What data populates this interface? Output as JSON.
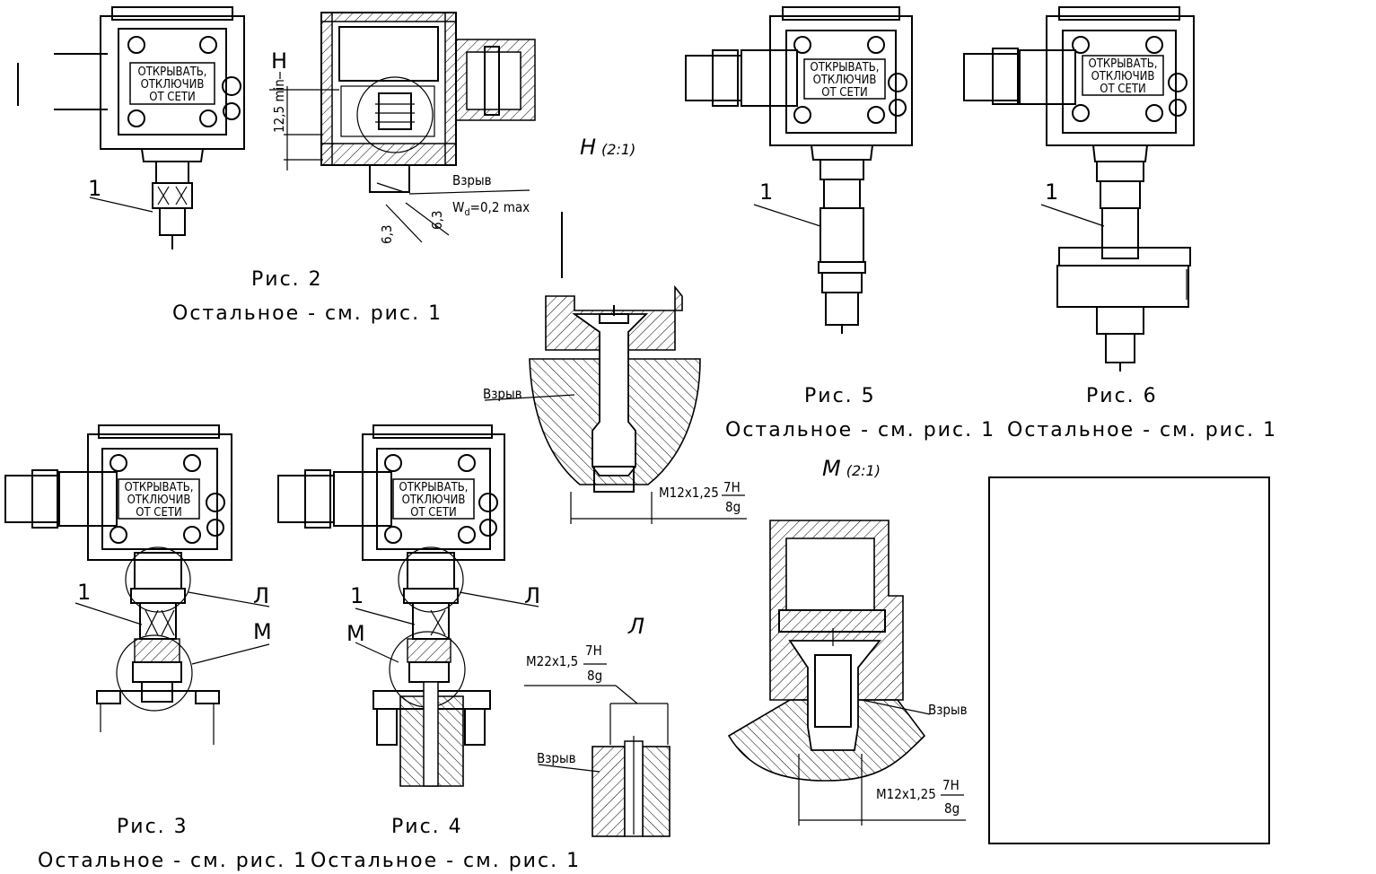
{
  "plate": {
    "line1": "ОТКРЫВАТЬ,",
    "line2": "ОТКЛЮЧИВ",
    "line3": "ОТ СЕТИ"
  },
  "callouts": {
    "one": "1",
    "H": "Н",
    "L": "Л",
    "M": "М"
  },
  "figures": {
    "fig2": {
      "caption": "Рис. 2",
      "note": "Остальное - см. рис. 1"
    },
    "fig3": {
      "caption": "Рис. 3",
      "note": "Остальное - см. рис. 1"
    },
    "fig4": {
      "caption": "Рис. 4",
      "note": "Остальное - см. рис. 1"
    },
    "fig5": {
      "caption": "Рис. 5",
      "note": "Остальное - см. рис. 1"
    },
    "fig6": {
      "caption": "Рис. 6",
      "note": "Остальное - см. рис. 1"
    }
  },
  "views": {
    "H": {
      "title": "Н",
      "scale": "(2:1)",
      "weld": "Взрыв",
      "thread": "М12х1,25",
      "tol_top": "7Н",
      "tol_bottom": "8g"
    },
    "M": {
      "title": "М",
      "scale": "(2:1)",
      "weld": "Взрыв",
      "thread": "М12х1,25",
      "tol_top": "7Н",
      "tol_bottom": "8g"
    },
    "L": {
      "title": "Л",
      "weld": "Взрыв",
      "thread": "М22х1,5",
      "tol_top": "7Н",
      "tol_bottom": "8g"
    }
  },
  "fig2_section": {
    "dim_min": "12,5 min",
    "weld": "Взрыв",
    "wd": "W",
    "wd_sub": "d",
    "wd_value": "=0,2 max",
    "rough_a": "6,3",
    "rough_b": "6,3"
  }
}
